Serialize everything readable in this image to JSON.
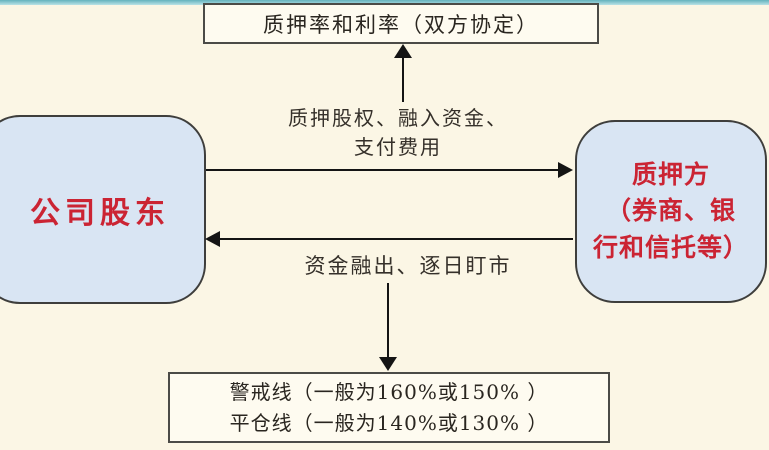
{
  "diagram": {
    "title_box": {
      "label": "质押率和利率（双方协定）"
    },
    "left_box": {
      "label": "公司股东"
    },
    "right_box": {
      "line1": "质押方",
      "line2": "（券商、银",
      "line3": "行和信托等）"
    },
    "bottom_box": {
      "line1": "警戒线（一般为160%或150% ）",
      "line2": "平仓线（一般为140%或130% ）"
    },
    "arrow_labels": {
      "pledge_line1": "质押股权、融入资金、",
      "pledge_line2": "支付费用",
      "fund_out": "资金融出、逐日盯市"
    },
    "colors": {
      "background": "#fbf6e5",
      "node_fill_blue": "#d9e5f3",
      "node_fill_plain": "#fefbf0",
      "node_border": "#3e3e3c",
      "accent_red_text": "#cb2433",
      "arrow_black": "#141414",
      "top_strip_teal": "#8fcdd5"
    }
  }
}
